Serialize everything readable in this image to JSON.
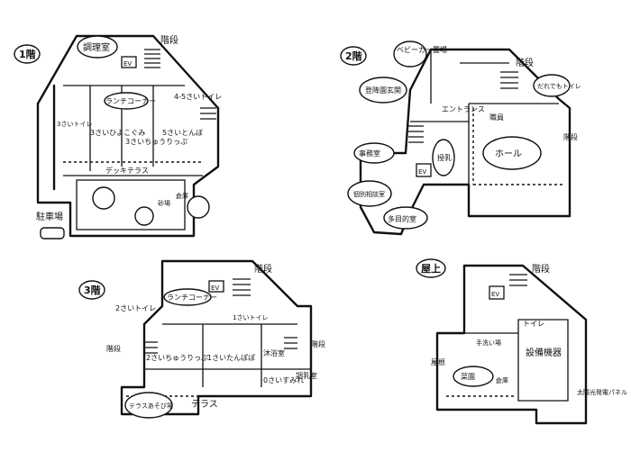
{
  "floors": {
    "f1": {
      "title": "1階",
      "cooking_room": "調理室",
      "stairs": "階段",
      "elevator": "EV",
      "lunch_corner": "ランチコーナー",
      "toilet_45": "4-5さいトイレ",
      "room_3_1": "3さいひよこぐみ",
      "room_3_2": "3さいちゅうりっぷ",
      "room_5": "5さいとんぼ",
      "toilet_3": "3さいトイレ",
      "deck_terrace": "デッキテラス",
      "sandbox": "砂場",
      "warehouse": "倉庫",
      "parking": "駐車場"
    },
    "f2": {
      "title": "2階",
      "stroller_parking": "ベビーカー置場",
      "entrance_gate": "登降園玄関",
      "stairs": "階段",
      "dandelion_toilet": "だれでもトイレ",
      "entrance": "エントランス",
      "nursing": "授乳",
      "office": "事務室",
      "elevator": "EV",
      "hall": "ホール",
      "consult_room": "個別相談室",
      "multipurpose": "多目的室",
      "staff": "職員"
    },
    "f3": {
      "title": "3階",
      "lunch_corner": "ランチコーナー",
      "elevator": "EV",
      "stairs": "階段",
      "toilet_2": "2さいトイレ",
      "toilet_1": "1さいトイレ",
      "room_2": "2さいちゅうりっぷ",
      "room_1": "1さいたんぽぽ",
      "bath": "沐浴室",
      "room_0": "0さいすみれ",
      "milk_room": "調乳室",
      "terrace": "テラス",
      "terrace_play": "テラスあそび場"
    },
    "roof": {
      "title": "屋上",
      "elevator": "EV",
      "stairs": "階段",
      "toilet": "トイレ",
      "handwash": "手洗い場",
      "equipment": "設備機器",
      "roof_label": "屋根",
      "garden": "菜園",
      "sheds": "倉庫",
      "solar": "太陽光発電パネル"
    }
  }
}
